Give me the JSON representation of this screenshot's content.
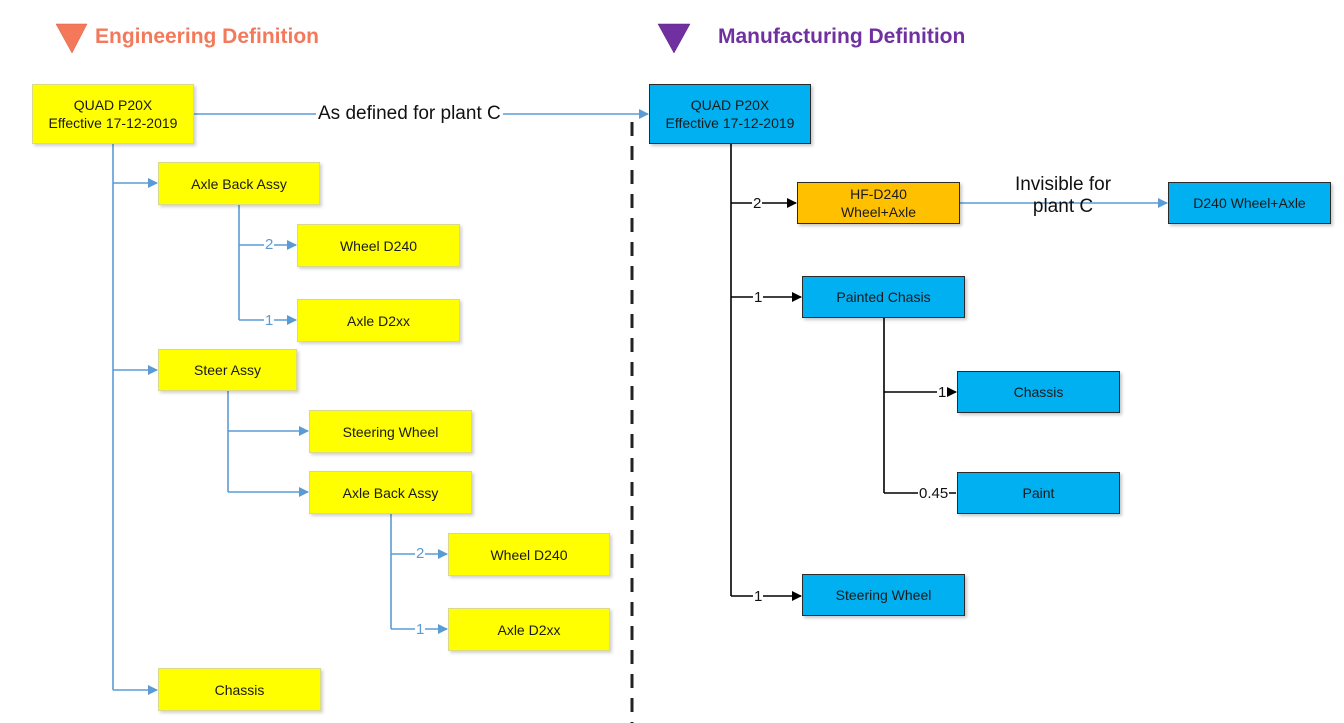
{
  "colors": {
    "engineering_title": "#f4795b",
    "manufacturing_title": "#7030a0",
    "engineering_node": "#ffff00",
    "manufacturing_node": "#00b0f0",
    "manufacturing_highlight": "#ffc000",
    "engineering_connector": "#5b9bd5",
    "manufacturing_connector": "#000000",
    "separator": "#222222"
  },
  "engineering": {
    "title": "Engineering Definition",
    "icon": "triangle-down-icon",
    "root": "QUAD P20X\nEffective 17-12-2019",
    "nodes": [
      {
        "id": "axle-back-assy",
        "label": "Axle Back Assy"
      },
      {
        "id": "wheel-d240",
        "label": "Wheel D240",
        "qty": "2"
      },
      {
        "id": "axle-d2xx",
        "label": "Axle  D2xx",
        "qty": "1"
      },
      {
        "id": "steer-assy",
        "label": "Steer Assy"
      },
      {
        "id": "steering-wheel",
        "label": "Steering Wheel"
      },
      {
        "id": "axle-back-assy-2",
        "label": "Axle Back Assy"
      },
      {
        "id": "wheel-d240-2",
        "label": "Wheel D240",
        "qty": "2"
      },
      {
        "id": "axle-d2xx-2",
        "label": "Axle  D2xx",
        "qty": "1"
      },
      {
        "id": "chassis",
        "label": "Chassis"
      }
    ]
  },
  "link": {
    "label": "As defined for plant C"
  },
  "manufacturing": {
    "title": "Manufacturing Definition",
    "icon": "triangle-down-icon",
    "root": "QUAD P20X\nEffective 17-12-2019",
    "nodes": [
      {
        "id": "hf-d240",
        "label": "HF-D240\nWheel+Axle",
        "qty": "2"
      },
      {
        "id": "painted-chasis",
        "label": "Painted Chasis",
        "qty": "1"
      },
      {
        "id": "chassis",
        "label": "Chassis",
        "qty": "1"
      },
      {
        "id": "paint",
        "label": "Paint",
        "qty": "0.45"
      },
      {
        "id": "steering-wheel",
        "label": "Steering Wheel",
        "qty": "1"
      },
      {
        "id": "d240-wheel-axle",
        "label": "D240 Wheel+Axle"
      }
    ],
    "invisible_label": "Invisible for\nplant C"
  }
}
